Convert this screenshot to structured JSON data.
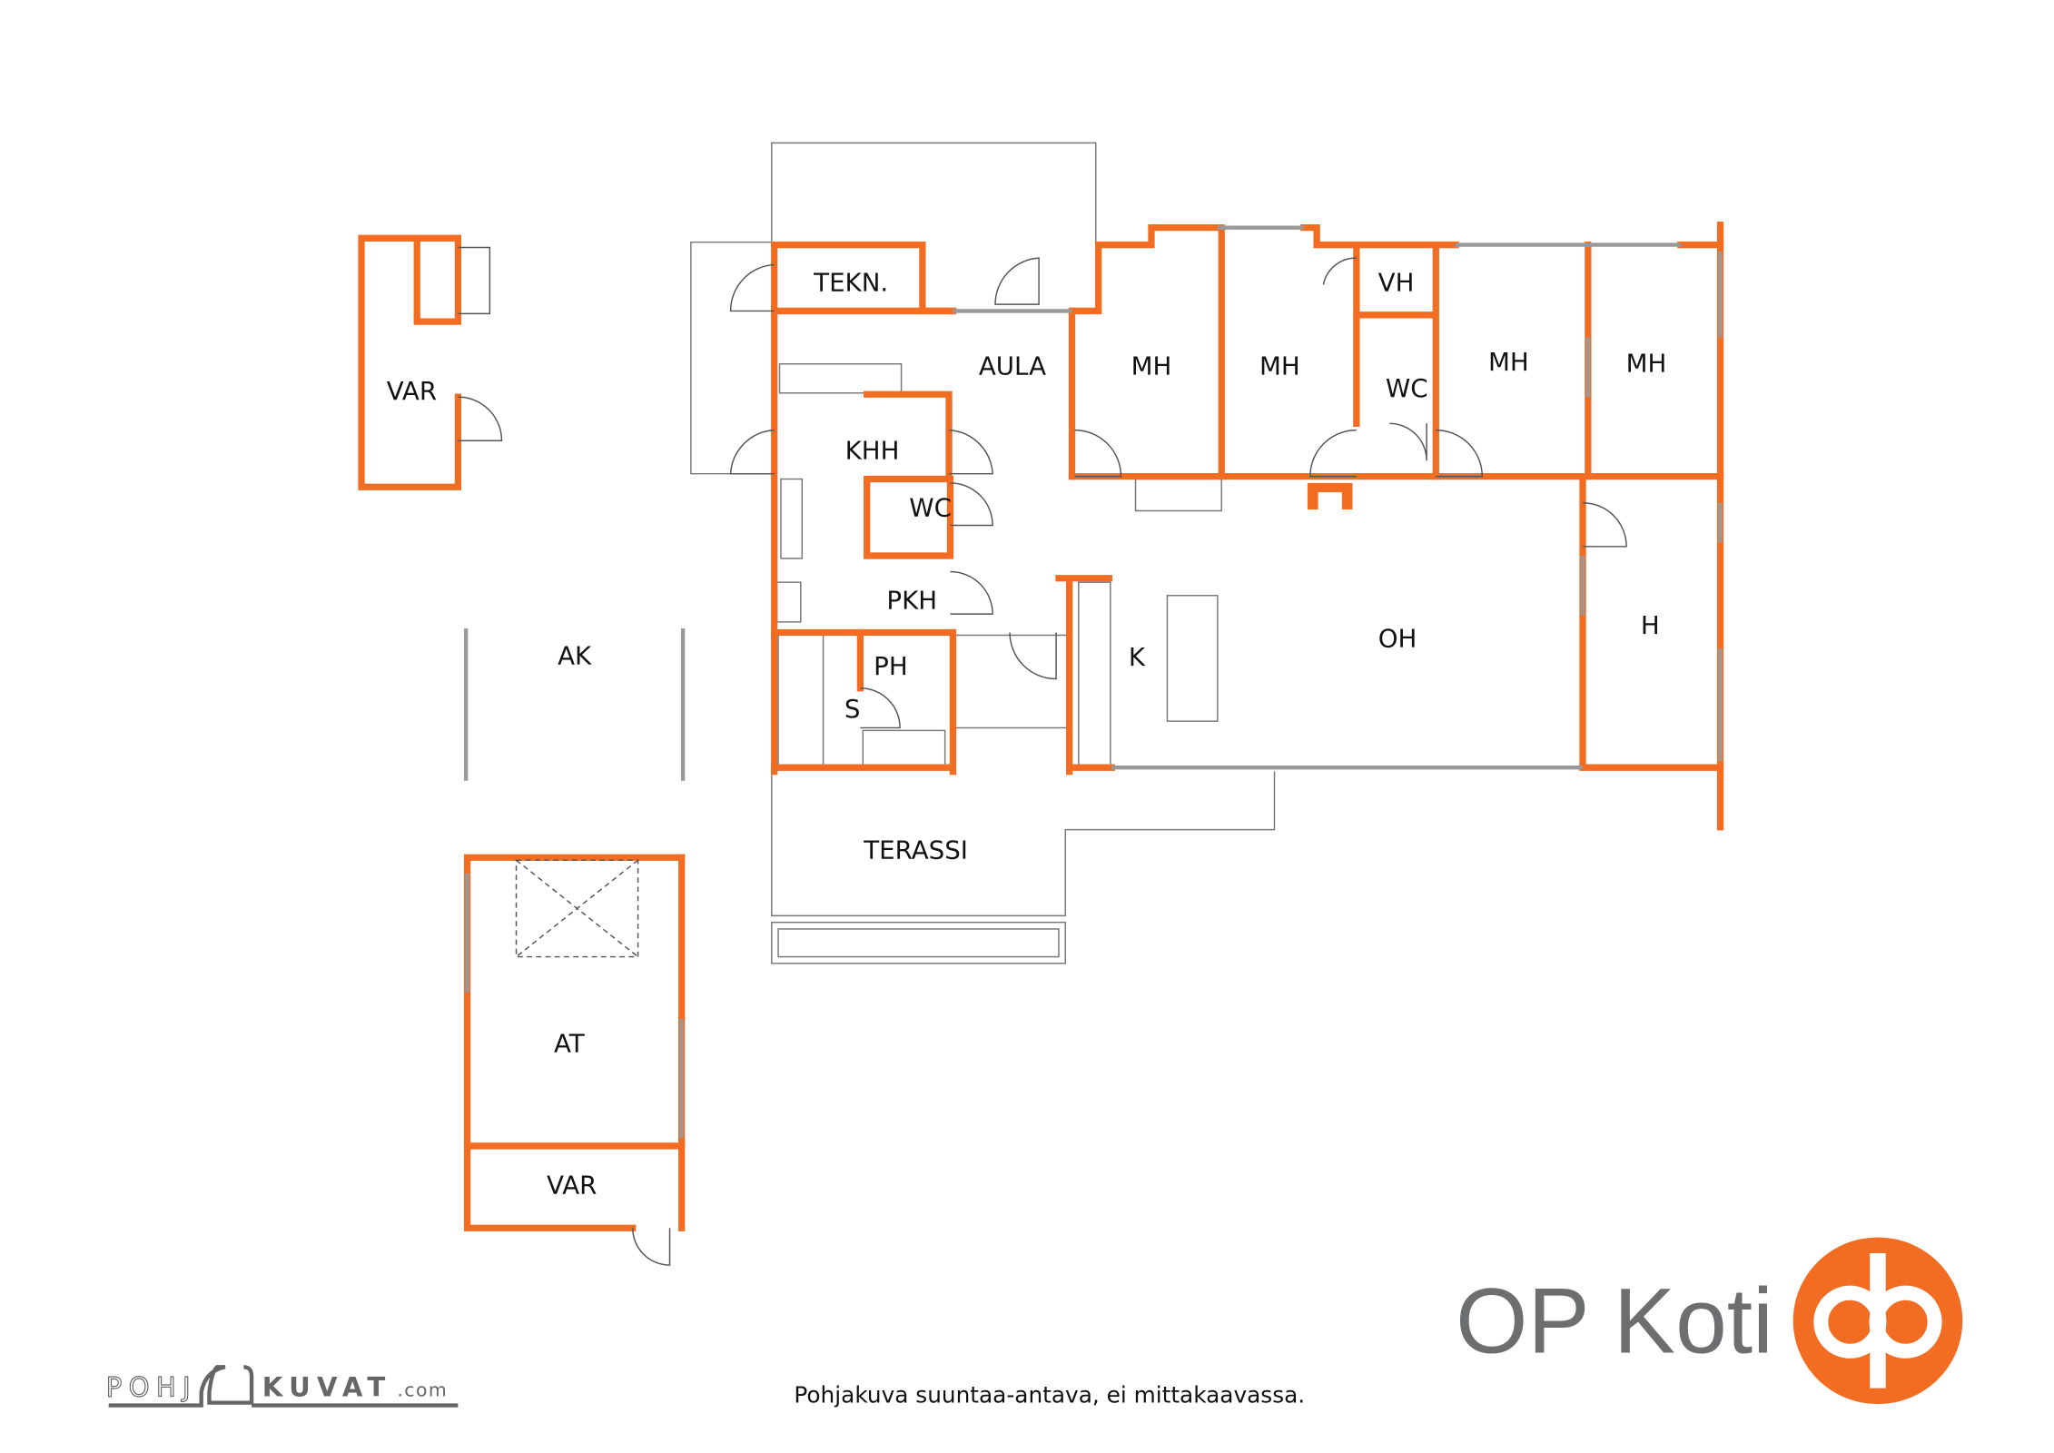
{
  "colors": {
    "wall": "#f26c21",
    "logo_gray": "#6d6e70"
  },
  "rooms": {
    "tekn": "TEKN.",
    "aula": "AULA",
    "mh1": "MH",
    "mh2": "MH",
    "vh": "VH",
    "wc1": "WC",
    "mh3": "MH",
    "mh4": "MH",
    "khh": "KHH",
    "wc2": "WC",
    "pkh": "PKH",
    "ph": "PH",
    "s": "S",
    "k": "K",
    "oh": "OH",
    "h": "H",
    "var1": "VAR",
    "ak": "AK",
    "terassi": "TERASSI",
    "at": "AT",
    "var2": "VAR"
  },
  "footer": {
    "disclaimer": "Pohjakuva suuntaa-antava, ei mittakaavassa.",
    "pohjakuvat_logo": "POHJAKUVAT.com",
    "brand": "OP Koti"
  }
}
